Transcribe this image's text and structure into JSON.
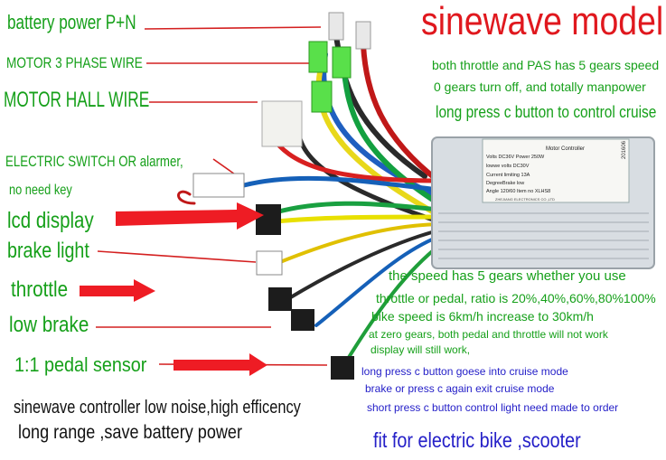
{
  "title": "sinewave model",
  "header_notes": [
    "both throttle and PAS has 5 gears speed",
    "0 gears turn off, and totally manpower",
    "long press c button to control cruise"
  ],
  "wire_labels": [
    "battery power P+N",
    "MOTOR 3 PHASE WIRE",
    "MOTOR HALL WIRE",
    "ELECTRIC SWITCH OR alarmer,",
    "no need  key",
    "lcd display",
    "brake light",
    "throttle",
    "low brake",
    "1:1 pedal sensor"
  ],
  "controller": {
    "heading": "Motor Controller",
    "spec_lines": [
      "Volts DC36V   Power 250W",
      "lowwe volts DC30V",
      "Current limiting 13A",
      "DegreeBrake low",
      "Angle 120/60  Item no XLHS8"
    ],
    "maker": "ZHEJIANG ELECTRONICS CO.,LTD",
    "serial": "201606"
  },
  "speed_notes": [
    "the speed has 5 gears whether you use",
    "throttle or pedal, ratio is 20%,40%,60%,80%100%",
    "bike speed is 6km/h increase to 30km/h",
    "at zero gears, both pedal and throttle will not work",
    "display will still work,",
    "long press c button goese into cruise mode",
    "brake or press c again exit cruise mode",
    "short press c button control light need made to order"
  ],
  "bottom_notes": [
    "sinewave controller low noise,high efficency",
    "long range ,save battery power"
  ],
  "footer": "fit for electric bike ,scooter",
  "colors": {
    "title": "#e0181e",
    "green_text": "#16a01a",
    "blue_text": "#2520c8",
    "arrow_red": "#ee1c24",
    "controller_body": "#d8dde2"
  }
}
